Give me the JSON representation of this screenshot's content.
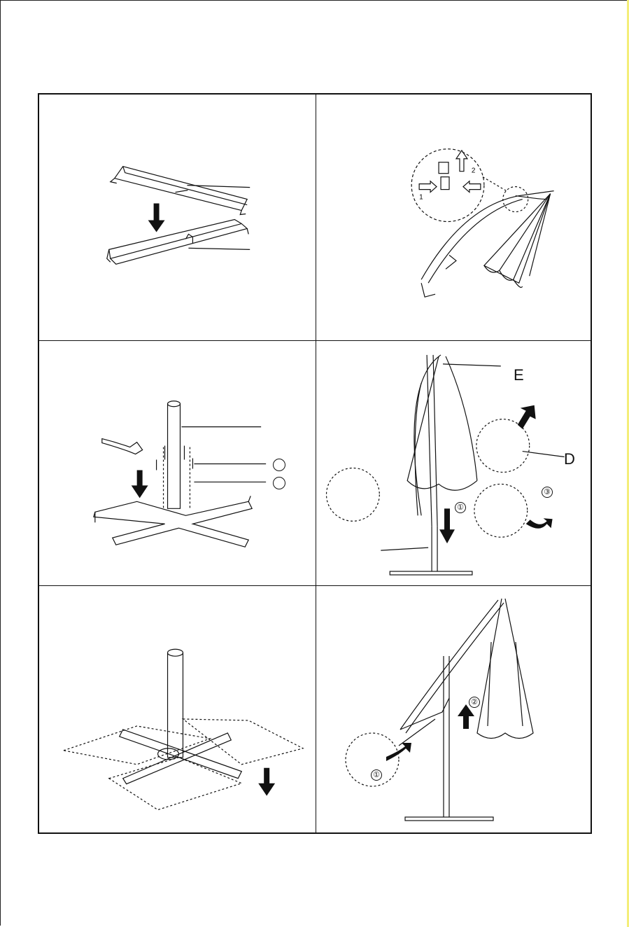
{
  "diagram": {
    "panels": [
      {
        "id": "base-rails-join",
        "step_icon": "down-arrow-icon"
      },
      {
        "id": "frame-folding-detail",
        "step_icon": "arrow-icon",
        "markers": [
          "1",
          "2"
        ]
      },
      {
        "id": "pole-mount-base",
        "step_icon": "wrench-icon"
      },
      {
        "id": "umbrella-attach",
        "callouts": {
          "e": "E",
          "d": "D"
        },
        "markers": [
          "①",
          "③"
        ]
      },
      {
        "id": "weight-slabs",
        "step_icon": "down-arrow-icon"
      },
      {
        "id": "umbrella-lift",
        "markers": [
          "①",
          "②"
        ]
      }
    ],
    "colors": {
      "line": "#111111",
      "page": "#ffffff",
      "edge": "#f4ee7a"
    }
  }
}
